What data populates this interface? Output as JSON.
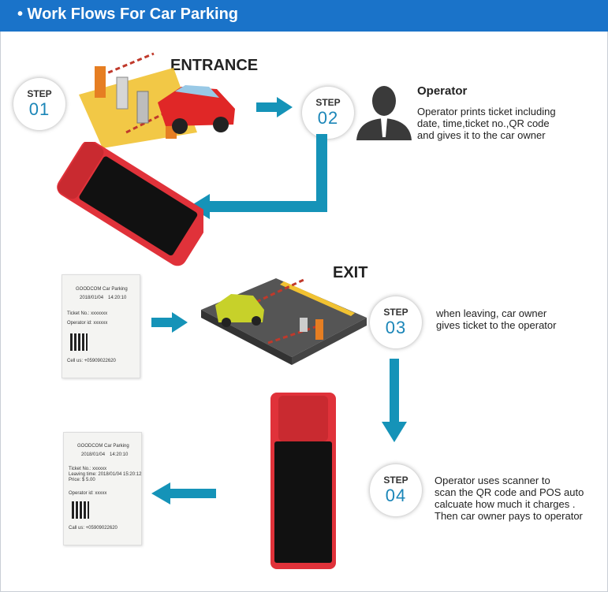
{
  "header": {
    "title": "• Work Flows For Car Parking"
  },
  "colors": {
    "header_bg": "#1a73c9",
    "arrow": "#1593b8",
    "device_red": "#e0323a",
    "step_number": "#1b86b8"
  },
  "sections": {
    "entrance": "ENTRANCE",
    "exit": "EXIT"
  },
  "steps": [
    {
      "label": "STEP",
      "number": "01"
    },
    {
      "label": "STEP",
      "number": "02"
    },
    {
      "label": "STEP",
      "number": "03"
    },
    {
      "label": "STEP",
      "number": "04"
    }
  ],
  "operator": {
    "title": "Operator",
    "lines": [
      "Operator prints ticket including",
      "date, time,ticket no.,QR code",
      "and gives it to the car owner"
    ]
  },
  "step3_text": {
    "lines": [
      "when leaving, car owner",
      "gives ticket to the operator"
    ]
  },
  "step4_text": {
    "lines": [
      "Operator uses scanner to",
      "scan the QR code and  POS auto",
      "calcuate how much it charges .",
      "Then car owner pays to operator"
    ]
  },
  "ticket1": {
    "title": "GOODCOM Car Parking",
    "date": "2018/01/04",
    "time": "14:20:10",
    "ticket_no": "Ticket No.: xxxxxxx",
    "operator": "Operator id: xxxxxx",
    "cell": "Cell us: +05909022620"
  },
  "ticket2": {
    "title": "GOODCOM Car Parking",
    "date": "2018/01/04",
    "time": "14:20:10",
    "ticket_no": "Ticket No.: xxxxxx",
    "leaving": "Leaving time: 2018/01/04    15:20:12",
    "price": "Price:  $ 5.00",
    "operator": "Operator id: xxxxx",
    "cell": "Call us: +05909022620"
  },
  "icons": [
    "parking-gate-icon",
    "car-icon",
    "operator-person-icon",
    "pos-printer-icon",
    "arrow-right-icon",
    "arrow-left-icon",
    "arrow-down-icon",
    "qr-code-icon"
  ]
}
